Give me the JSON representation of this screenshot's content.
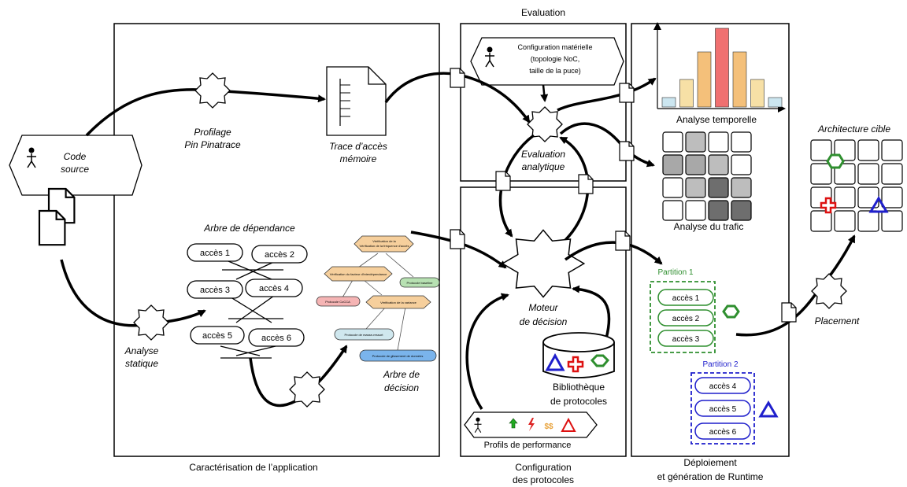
{
  "panels": {
    "app": "Caractérisation de l’application",
    "eval": "Evaluation",
    "proto_line1": "Configuration",
    "proto_line2": "des protocoles",
    "deploy_line1": "Déploiement",
    "deploy_line2": "et génération de Runtime"
  },
  "source": {
    "line1": "Code",
    "line2": "source"
  },
  "profiling": {
    "line1": "Profilage",
    "line2": "Pin Pinatrace"
  },
  "trace": {
    "line1": "Trace d’accès",
    "line2": "mémoire"
  },
  "static_analysis": {
    "line1": "Analyse",
    "line2": "statique"
  },
  "dependency_tree": {
    "title": "Arbre de dépendance",
    "nodes": [
      "accès 1",
      "accès 2",
      "accès 3",
      "accès 4",
      "accès 5",
      "accès 6"
    ]
  },
  "decision_tree": {
    "title_line1": "Arbre de",
    "title_line2": "décision",
    "nodes": [
      "Vérification de la fréquence d'accès",
      "Vérification du facteur d'interdépendance",
      "Protocole baseline",
      "Protocole CoCCA",
      "Vérification de la variance",
      "Protocole de masse-ressort",
      "Protocole de glissement de données"
    ]
  },
  "hw_config": {
    "line1": "Configuration matérielle",
    "line2": "(topologie NoC,",
    "line3": "taille de la puce)"
  },
  "analytic_eval": {
    "line1": "Evaluation",
    "line2": "analytique"
  },
  "decision_engine": {
    "line1": "Moteur",
    "line2": "de décision"
  },
  "library": {
    "line1": "Bibliothèque",
    "line2": "de protocoles"
  },
  "perf_profiles": {
    "label": "Profils de performance",
    "dollar": "$$"
  },
  "temporal": {
    "title": "Analyse temporelle",
    "bars": [
      {
        "value": 0.12,
        "color": "#cce6f0"
      },
      {
        "value": 0.35,
        "color": "#f7e0a6"
      },
      {
        "value": 0.7,
        "color": "#f4c07a"
      },
      {
        "value": 1.0,
        "color": "#f07070"
      },
      {
        "value": 0.7,
        "color": "#f4c07a"
      },
      {
        "value": 0.35,
        "color": "#f7e0a6"
      },
      {
        "value": 0.12,
        "color": "#cce6f0"
      }
    ]
  },
  "traffic": {
    "title": "Analyse du trafic",
    "grid": [
      [
        "#ffffff",
        "#bdbdbd",
        "#ffffff",
        "#ffffff"
      ],
      [
        "#a8a8a8",
        "#a8a8a8",
        "#bdbdbd",
        "#ffffff"
      ],
      [
        "#ffffff",
        "#bdbdbd",
        "#6e6e6e",
        "#bdbdbd"
      ],
      [
        "#ffffff",
        "#ffffff",
        "#6e6e6e",
        "#6e6e6e"
      ]
    ]
  },
  "partitions": [
    {
      "name": "Partition 1",
      "items": [
        "accès 1",
        "accès 2",
        "accès 3"
      ],
      "color": "#2f8f2f"
    },
    {
      "name": "Partition 2",
      "items": [
        "accès 4",
        "accès 5",
        "accès 6"
      ],
      "color": "#1f1fcc"
    }
  ],
  "placement": "Placement",
  "target": {
    "title": "Architecture cible"
  }
}
